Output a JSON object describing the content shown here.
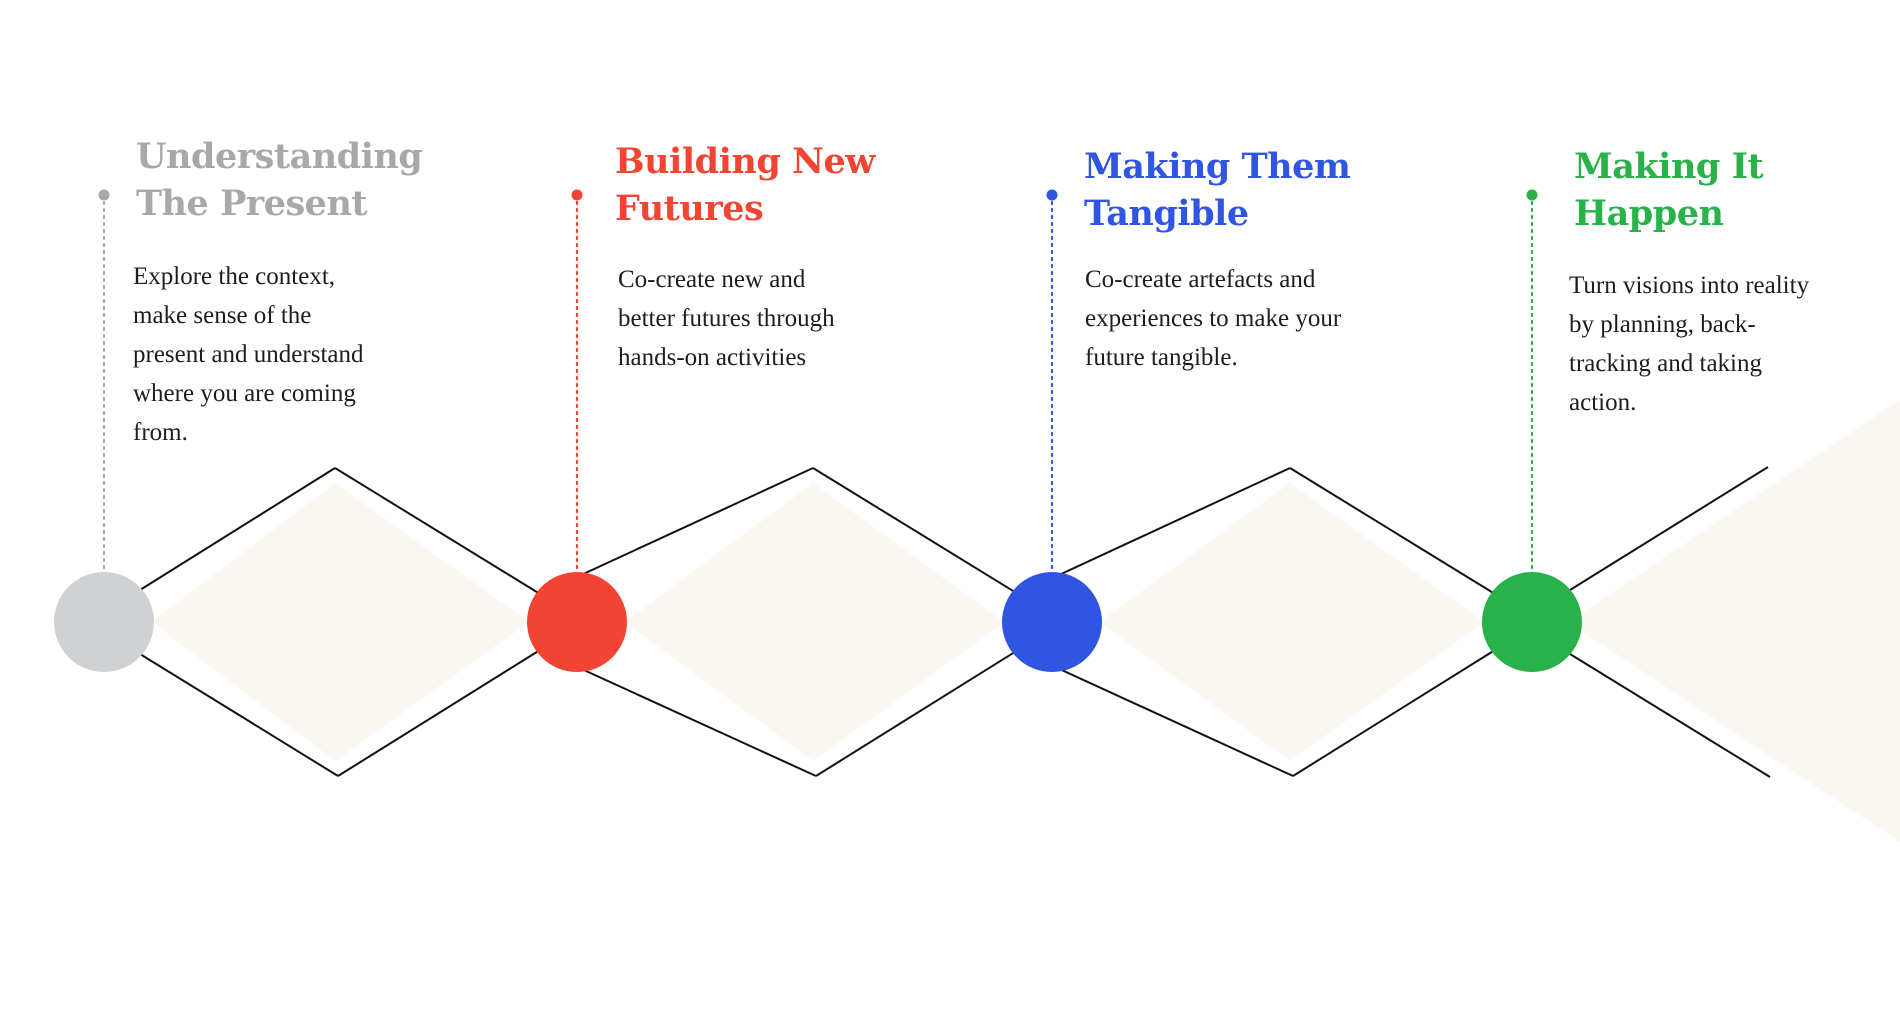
{
  "colors": {
    "fill": "#faf6f1",
    "outline": "#111111",
    "background": "#ffffff"
  },
  "phases": [
    {
      "title_lines": [
        "Understanding",
        "The Present"
      ],
      "desc_lines": [
        "Explore the context,",
        "make sense of the",
        "present and understand",
        "where you are coming",
        "from."
      ],
      "color": "#a7a9a9",
      "node_color": "#cfd1d2"
    },
    {
      "title_lines": [
        "Building New",
        "Futures"
      ],
      "desc_lines": [
        "Co-create new and",
        "better futures through",
        "hands-on activities"
      ],
      "color": "#f24432",
      "node_color": "#f24432"
    },
    {
      "title_lines": [
        "Making Them",
        "Tangible"
      ],
      "desc_lines": [
        "Co-create artefacts and",
        "experiences to make your",
        "future tangible."
      ],
      "color": "#3055e3",
      "node_color": "#3055e3"
    },
    {
      "title_lines": [
        "Making It",
        "Happen"
      ],
      "desc_lines": [
        "Turn visions into reality",
        "by planning, back-",
        "tracking and taking",
        "action."
      ],
      "color": "#29b14a",
      "node_color": "#29b14a"
    }
  ]
}
